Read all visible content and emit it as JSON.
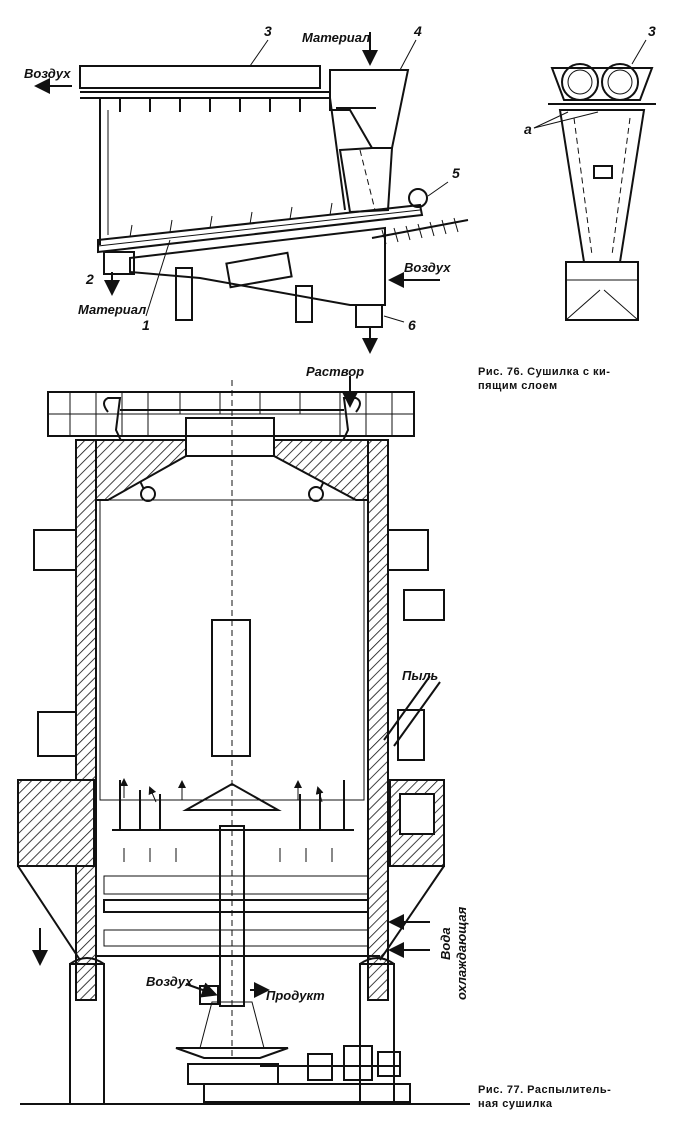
{
  "fig76": {
    "labels": {
      "air_out": "Воздух",
      "material_in": "Материал",
      "material_out": "Материал",
      "air_in": "Воздух"
    },
    "numbers": {
      "n1": "1",
      "n2": "2",
      "n3": "3",
      "n4": "4",
      "n5": "5",
      "n6": "6",
      "n3_side": "3",
      "a_side": "а"
    },
    "caption_line1": "Рис. 76. Сушилка с ки-",
    "caption_line2": "пящим слоем"
  },
  "fig77": {
    "labels": {
      "solution": "Раствор",
      "dust": "Пыль",
      "air": "Воздух",
      "product": "Продукт",
      "water_line1": "Вода",
      "water_line2": "охлаждающая"
    },
    "caption_line1": "Рис. 77. Распылитель-",
    "caption_line2": "ная сушилка"
  }
}
